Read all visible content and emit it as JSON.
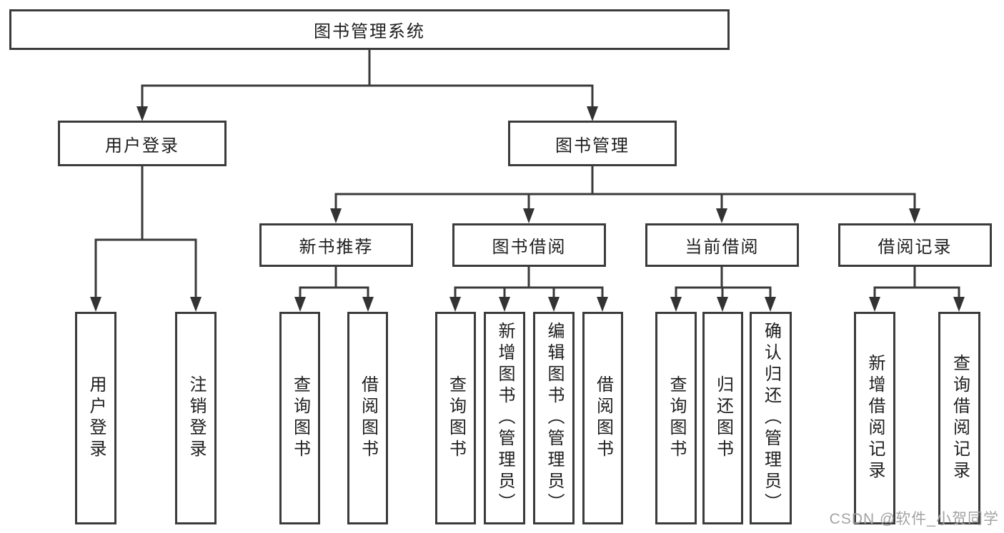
{
  "diagram": {
    "root": {
      "label": "图书管理系统"
    },
    "branches": [
      {
        "label": "用户登录",
        "children": [
          {
            "label": "用户登录"
          },
          {
            "label": "注销登录"
          }
        ]
      },
      {
        "label": "图书管理",
        "children": [
          {
            "label": "新书推荐",
            "children": [
              {
                "label": "查询图书"
              },
              {
                "label": "借阅图书"
              }
            ]
          },
          {
            "label": "图书借阅",
            "children": [
              {
                "label": "查询图书"
              },
              {
                "label": "新增图书（管理员）"
              },
              {
                "label": "编辑图书（管理员）"
              },
              {
                "label": "借阅图书"
              }
            ]
          },
          {
            "label": "当前借阅",
            "children": [
              {
                "label": "查询图书"
              },
              {
                "label": "归还图书"
              },
              {
                "label": "确认归还（管理员）"
              }
            ]
          },
          {
            "label": "借阅记录",
            "children": [
              {
                "label": "新增借阅记录"
              },
              {
                "label": "查询借阅记录"
              }
            ]
          }
        ]
      }
    ]
  },
  "watermark": "CSDN @软件_小贺同学",
  "colors": {
    "line": "#3a3a3a",
    "box_border": "#3b3b3b",
    "box_fill": "#ffffff",
    "text": "#1e1e1e",
    "watermark": "#a3a3a3"
  }
}
